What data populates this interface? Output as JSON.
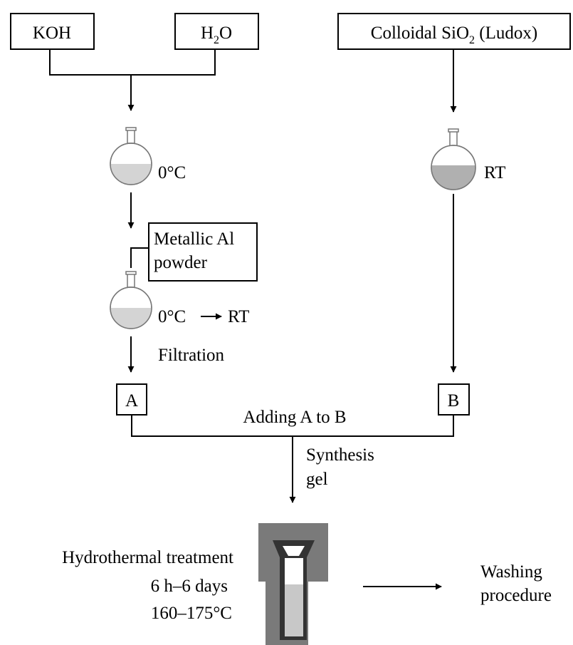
{
  "inputs": {
    "koh": "KOH",
    "h2o_main": "H",
    "h2o_sub": "2",
    "h2o_tail": "O",
    "silica_main": "Colloidal SiO",
    "silica_sub": "2",
    "silica_tail": " (Ludox)"
  },
  "steps": {
    "temp_cold": "0°C",
    "temp_rt": "RT",
    "al_line1": "Metallic Al",
    "al_line2": "powder",
    "temp_ramp_from": "0°C",
    "temp_ramp_to": "RT",
    "filtration": "Filtration",
    "label_a": "A",
    "label_b": "B",
    "adding": "Adding A to B",
    "gel_line1": "Synthesis",
    "gel_line2": "gel"
  },
  "treatment": {
    "line1": "Hydrothermal treatment",
    "line2": "6 h–6 days",
    "line3": "160–175°C"
  },
  "washing": {
    "line1": "Washing",
    "line2": "procedure"
  },
  "colors": {
    "liquid_light": "#d4d4d4",
    "liquid_dark": "#b0b0b0",
    "autoclave_outer": "#7a7a7a",
    "autoclave_liner": "#333333",
    "autoclave_content": "#c8c8c8"
  }
}
